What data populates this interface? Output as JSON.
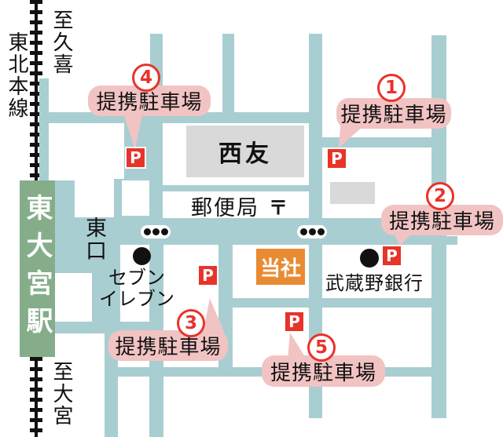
{
  "labels": {
    "railway": "東北本線",
    "to_north": "至久喜",
    "to_south": "至大宮",
    "station": "東大宮駅",
    "east_exit": "東口"
  },
  "places": {
    "seiyu": "西友",
    "post_office": "郵便局",
    "post_mark": "〒",
    "seven_eleven_line1": "セブン",
    "seven_eleven_line2": "イレブン",
    "company": "当社",
    "bank": "武蔵野銀行"
  },
  "parking": {
    "sign": "P",
    "spots": [
      {
        "number": "1",
        "label": "提携駐車場"
      },
      {
        "number": "2",
        "label": "提携駐車場"
      },
      {
        "number": "3",
        "label": "提携駐車場"
      },
      {
        "number": "4",
        "label": "提携駐車場"
      },
      {
        "number": "5",
        "label": "提携駐車場"
      }
    ]
  },
  "colors": {
    "road_teal": "#a9ced1",
    "station_green": "#85ad8a",
    "bubble_pink": "#f2c3c3",
    "accent_red": "#e8332a",
    "building_gray": "#d9d9d9",
    "company_orange": "#e98b33"
  }
}
